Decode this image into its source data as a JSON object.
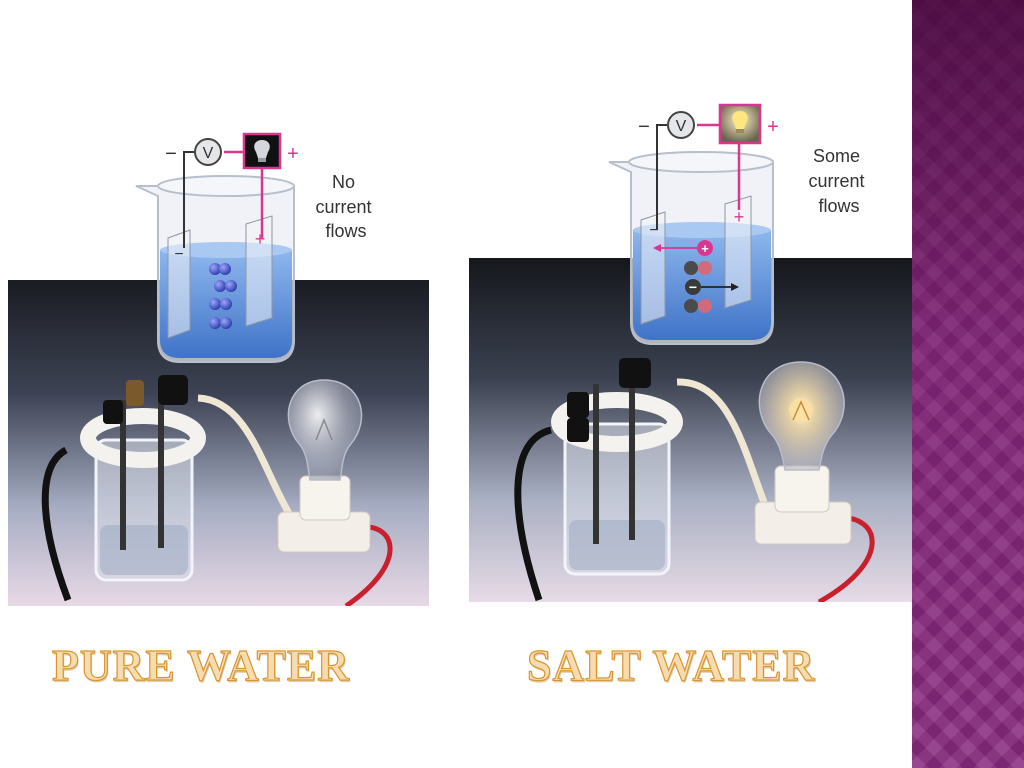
{
  "slide": {
    "labels": {
      "pure": "PURE WATER",
      "salt": "SALT WATER"
    }
  },
  "diagrams": {
    "pure": {
      "voltmeter": "V",
      "minus": "−",
      "plus": "+",
      "electrode_minus": "−",
      "electrode_plus": "+",
      "caption": [
        "No",
        "current",
        "flows"
      ]
    },
    "salt": {
      "voltmeter": "V",
      "minus": "−",
      "plus": "+",
      "electrode_minus": "−",
      "electrode_plus": "+",
      "cation": "+",
      "anion": "−",
      "caption": [
        "Some",
        "current",
        "flows"
      ]
    }
  },
  "colors": {
    "accent_magenta": "#d9378f",
    "label_fill": "#f6dcb0",
    "label_stroke": "#d8962e",
    "water_blue": "#5b8fd6",
    "band_purple": "#8a2a80"
  }
}
